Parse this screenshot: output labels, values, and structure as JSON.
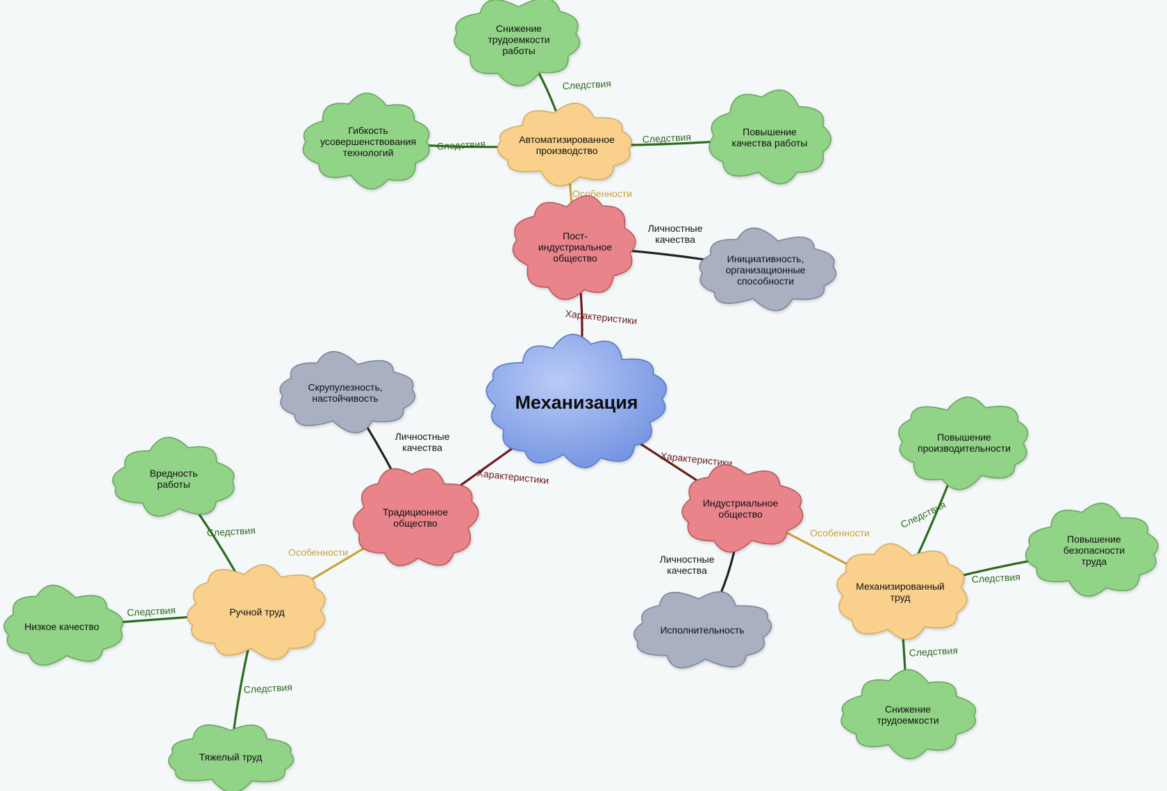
{
  "colors": {
    "root": "#7d9de6",
    "society": "#e8848a",
    "labor": "#f9d18d",
    "effect": "#92d487",
    "trait": "#a9b0c2",
    "edge_characteristics": "#6b1b1b",
    "edge_features": "#c9a23a",
    "edge_effects": "#2d6a1e",
    "edge_personal": "#222222"
  },
  "root": {
    "label": "Механизация"
  },
  "nodes": [
    {
      "id": "post_industrial",
      "kind": "society",
      "lines": [
        "Пост-",
        "индустриальное",
        "общество"
      ]
    },
    {
      "id": "traditional",
      "kind": "society",
      "lines": [
        "Традиционное",
        "общество"
      ]
    },
    {
      "id": "industrial",
      "kind": "society",
      "lines": [
        "Индустриальное",
        "общество"
      ]
    },
    {
      "id": "automated",
      "kind": "labor",
      "lines": [
        "Автоматизированное",
        "производство"
      ]
    },
    {
      "id": "manual",
      "kind": "labor",
      "lines": [
        "Ручной труд"
      ]
    },
    {
      "id": "mechanized",
      "kind": "labor",
      "lines": [
        "Механизированный",
        "труд"
      ]
    },
    {
      "id": "labor_reduction_top",
      "kind": "effect",
      "lines": [
        "Снижение",
        "трудоемкости",
        "работы"
      ]
    },
    {
      "id": "flexibility",
      "kind": "effect",
      "lines": [
        "Гибкость",
        "усовершенствования",
        "технологий"
      ]
    },
    {
      "id": "quality_up",
      "kind": "effect",
      "lines": [
        "Повышение",
        "качества работы"
      ]
    },
    {
      "id": "harm",
      "kind": "effect",
      "lines": [
        "Вредность",
        "работы"
      ]
    },
    {
      "id": "low_quality",
      "kind": "effect",
      "lines": [
        "Низкое качество"
      ]
    },
    {
      "id": "hard_labor",
      "kind": "effect",
      "lines": [
        "Тяжелый труд"
      ]
    },
    {
      "id": "productivity_up",
      "kind": "effect",
      "lines": [
        "Повышение",
        "производительности"
      ]
    },
    {
      "id": "safety_up",
      "kind": "effect",
      "lines": [
        "Повышение",
        "безопасности",
        "труда"
      ]
    },
    {
      "id": "labor_reduction_bottom",
      "kind": "effect",
      "lines": [
        "Снижение",
        "трудоемкости"
      ]
    },
    {
      "id": "initiative",
      "kind": "trait",
      "lines": [
        "Инициативность,",
        "организационные",
        "способности"
      ]
    },
    {
      "id": "scrupulous",
      "kind": "trait",
      "lines": [
        "Скрупулезность,",
        "настойчивость"
      ]
    },
    {
      "id": "diligence",
      "kind": "trait",
      "lines": [
        "Исполнительность"
      ]
    }
  ],
  "edges": [
    {
      "from": "root",
      "to": "post_industrial",
      "kind": "characteristics",
      "label": "Характеристики"
    },
    {
      "from": "root",
      "to": "traditional",
      "kind": "characteristics",
      "label": "Характеристики"
    },
    {
      "from": "root",
      "to": "industrial",
      "kind": "characteristics",
      "label": "Характеристики"
    },
    {
      "from": "post_industrial",
      "to": "automated",
      "kind": "features",
      "label": "Особенности"
    },
    {
      "from": "traditional",
      "to": "manual",
      "kind": "features",
      "label": "Особенности"
    },
    {
      "from": "industrial",
      "to": "mechanized",
      "kind": "features",
      "label": "Особенности"
    },
    {
      "from": "automated",
      "to": "labor_reduction_top",
      "kind": "effects",
      "label": "Следствия"
    },
    {
      "from": "automated",
      "to": "flexibility",
      "kind": "effects",
      "label": "Следствия"
    },
    {
      "from": "automated",
      "to": "quality_up",
      "kind": "effects",
      "label": "Следствия"
    },
    {
      "from": "manual",
      "to": "harm",
      "kind": "effects",
      "label": "Следствия"
    },
    {
      "from": "manual",
      "to": "low_quality",
      "kind": "effects",
      "label": "Следствия"
    },
    {
      "from": "manual",
      "to": "hard_labor",
      "kind": "effects",
      "label": "Следствия"
    },
    {
      "from": "mechanized",
      "to": "productivity_up",
      "kind": "effects",
      "label": "Следствия"
    },
    {
      "from": "mechanized",
      "to": "safety_up",
      "kind": "effects",
      "label": "Следствия"
    },
    {
      "from": "mechanized",
      "to": "labor_reduction_bottom",
      "kind": "effects",
      "label": "Следствия"
    },
    {
      "from": "post_industrial",
      "to": "initiative",
      "kind": "personal",
      "lines": [
        "Личностные",
        "качества"
      ]
    },
    {
      "from": "traditional",
      "to": "scrupulous",
      "kind": "personal",
      "lines": [
        "Личностные",
        "качества"
      ]
    },
    {
      "from": "industrial",
      "to": "diligence",
      "kind": "personal",
      "lines": [
        "Личностные",
        "качества"
      ]
    }
  ]
}
